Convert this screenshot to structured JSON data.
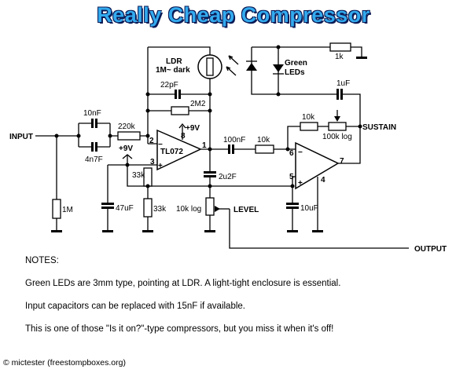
{
  "title": "Really Cheap Compressor",
  "labels": {
    "input": "INPUT",
    "output": "OUTPUT",
    "sustain": "SUSTAIN",
    "level": "LEVEL",
    "ldr_line1": "LDR",
    "ldr_line2": "1M~ dark",
    "green_leds_line1": "Green",
    "green_leds_line2": "LEDs",
    "opamp1": "TL072",
    "plus9v_a": "+9V",
    "plus9v_b": "+9V",
    "pin8": "8",
    "pin2": "2",
    "pin3": "3",
    "pin1": "1",
    "pin6": "6",
    "pin5": "5",
    "pin7": "7",
    "pin4": "4",
    "minus_a": "−",
    "plus_a": "+",
    "minus_b": "−",
    "plus_b": "+"
  },
  "components": {
    "c_10nF": "10nF",
    "c_4n7F": "4n7F",
    "r_220k": "220k",
    "r_1M": "1M",
    "c_22pF": "22pF",
    "r_2M2": "2M2",
    "r_33k_a": "33k",
    "r_33k_b": "33k",
    "c_47uF": "47uF",
    "c_2u2F": "2u2F",
    "pot_level": "10k log",
    "c_100nF": "100nF",
    "r_10k_a": "10k",
    "r_10k_b": "10k",
    "pot_sustain": "100k log",
    "c_1uF": "1uF",
    "r_1k": "1k",
    "c_10uF": "10uF"
  },
  "notes": {
    "heading": "NOTES:",
    "line1": "Green LEDs are 3mm type, pointing at LDR.  A light-tight enclosure is essential.",
    "line2": "Input capacitors can be replaced with 15nF if available.",
    "line3": "This is one of those \"Is it on?\"-type compressors, but you miss it when it's off!"
  },
  "credit": "© mictester (freestompboxes.org)"
}
